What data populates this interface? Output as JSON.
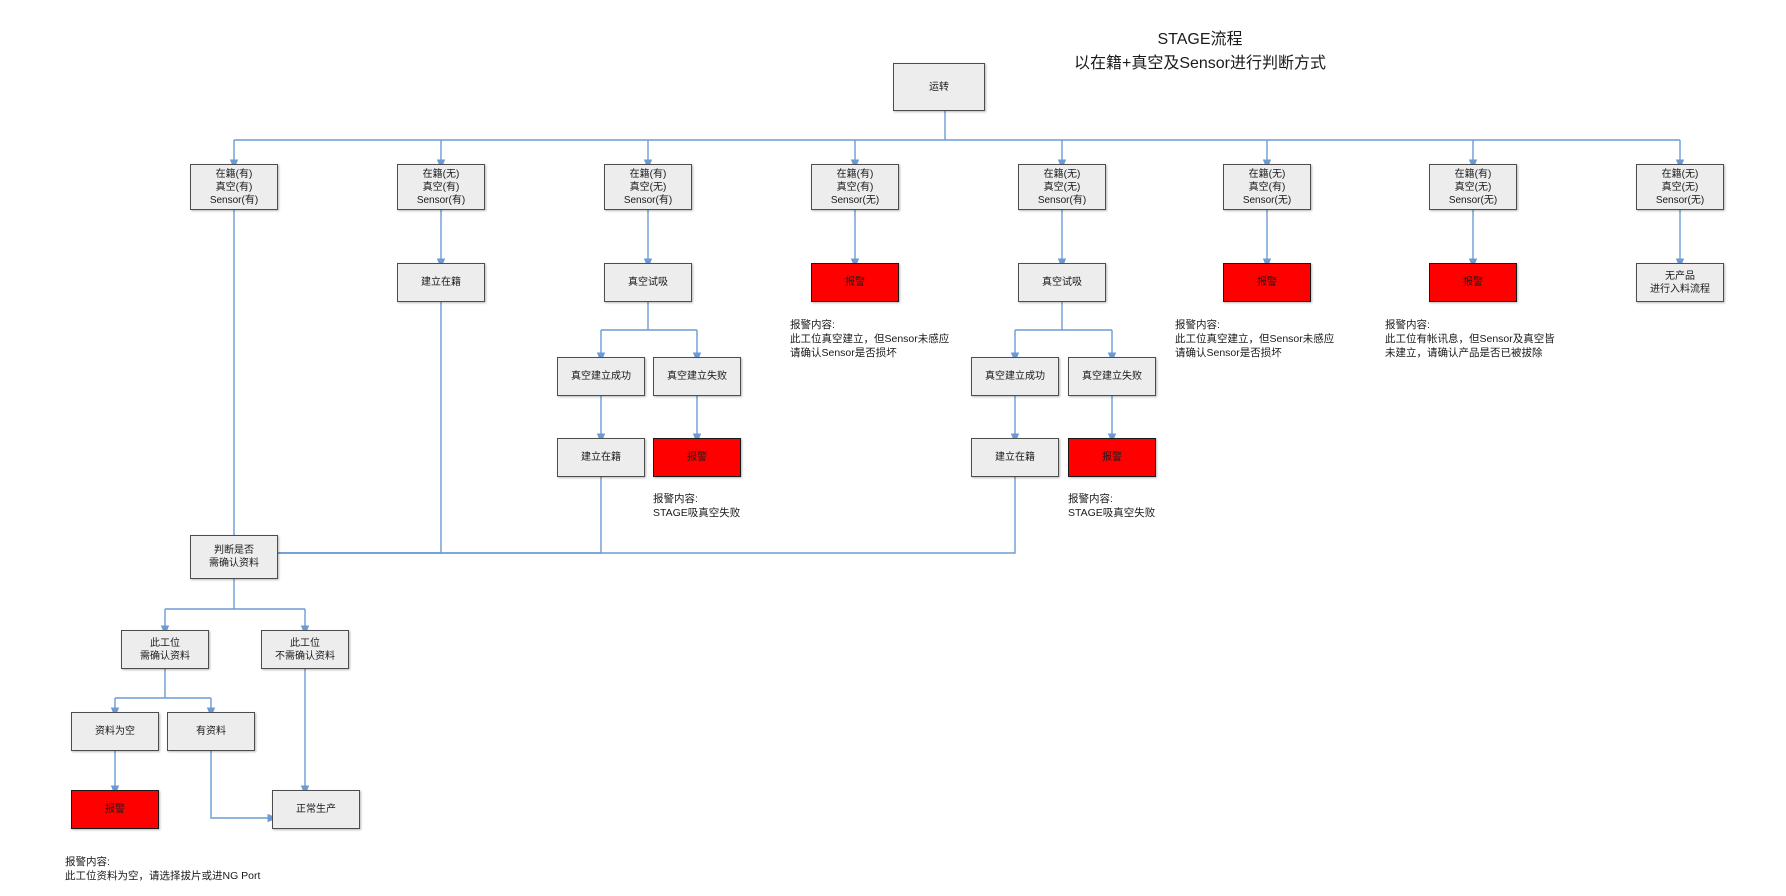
{
  "title": {
    "line1": "STAGE流程",
    "line2": "以在籍+真空及Sensor进行判断方式"
  },
  "colors": {
    "alarm": "#ff0000",
    "node_fill": "#ededed",
    "node_border": "#4d4d4d",
    "edge": "#6b9bd2"
  },
  "nodes": {
    "root": "运转",
    "conditions": [
      {
        "id": "c1",
        "label": "在籍(有)\n真空(有)\nSensor(有)"
      },
      {
        "id": "c2",
        "label": "在籍(无)\n真空(有)\nSensor(有)"
      },
      {
        "id": "c3",
        "label": "在籍(有)\n真空(无)\nSensor(有)"
      },
      {
        "id": "c4",
        "label": "在籍(有)\n真空(有)\nSensor(无)"
      },
      {
        "id": "c5",
        "label": "在籍(无)\n真空(无)\nSensor(有)"
      },
      {
        "id": "c6",
        "label": "在籍(无)\n真空(有)\nSensor(无)"
      },
      {
        "id": "c7",
        "label": "在籍(有)\n真空(无)\nSensor(无)"
      },
      {
        "id": "c8",
        "label": "在籍(无)\n真空(无)\nSensor(无)"
      }
    ],
    "b2_create_record": "建立在籍",
    "b3_vacuum_test": "真空试吸",
    "b3_vacuum_ok": "真空建立成功",
    "b3_vacuum_fail": "真空建立失败",
    "b3_create_record": "建立在籍",
    "b3_alarm": "报警",
    "b4_alarm": "报警",
    "b5_vacuum_test": "真空试吸",
    "b5_vacuum_ok": "真空建立成功",
    "b5_vacuum_fail": "真空建立失败",
    "b5_create_record": "建立在籍",
    "b5_alarm": "报警",
    "b6_alarm": "报警",
    "b7_alarm": "报警",
    "b8_no_product": "无产品\n进行入料流程",
    "decision_confirm": "判断是否\n需确认资料",
    "need_confirm": "此工位\n需确认资料",
    "no_need_confirm": "此工位\n不需确认资料",
    "data_empty": "资料为空",
    "has_data": "有资料",
    "bottom_alarm": "报警",
    "normal_production": "正常生产"
  },
  "annotations": {
    "b4_alarm_note": "报警内容:\n此工位真空建立，但Sensor未感应\n请确认Sensor是否损坏",
    "b3_alarm_note": "报警内容:\nSTAGE吸真空失败",
    "b5_alarm_note": "报警内容:\nSTAGE吸真空失败",
    "b6_alarm_note": "报警内容:\n此工位真空建立，但Sensor未感应\n请确认Sensor是否损坏",
    "b7_alarm_note": "报警内容:\n此工位有帐讯息，但Sensor及真空皆\n未建立，请确认产品是否已被拔除",
    "bottom_alarm_note": "报警内容:\n此工位资料为空，请选择拔片或进NG Port"
  }
}
